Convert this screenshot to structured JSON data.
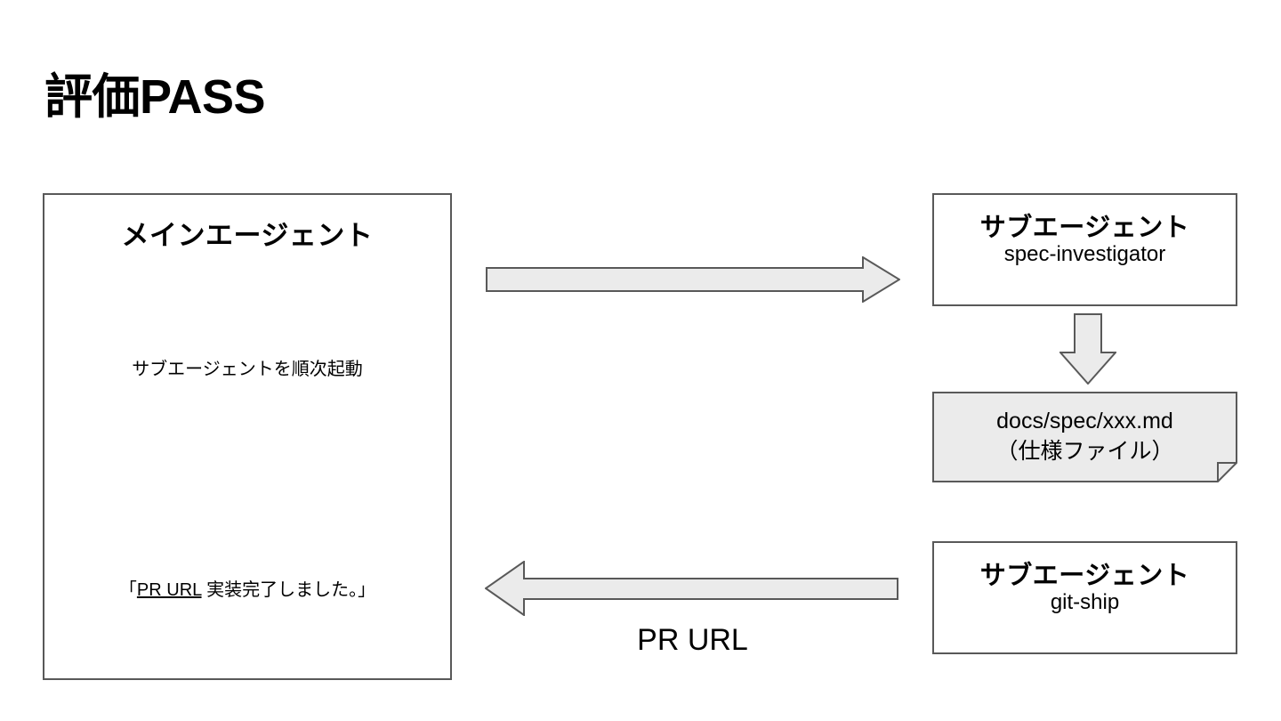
{
  "slide": {
    "title": "評価PASS",
    "background_color": "#ffffff",
    "shape_fill": "#ebebeb",
    "shape_stroke": "#595959",
    "box_stroke": "#595959",
    "text_color": "#000000"
  },
  "main_agent": {
    "heading": "メインエージェント",
    "launch_note": "サブエージェントを順次起動",
    "report_note_prefix": "「",
    "report_note_link": "PR URL",
    "report_note_suffix": " 実装完了しました。」"
  },
  "sub_agents": [
    {
      "title": "サブエージェント",
      "name": "spec-investigator"
    },
    {
      "title": "サブエージェント",
      "name": "git-ship"
    }
  ],
  "spec_document": {
    "path": "docs/spec/xxx.md",
    "caption": "（仕様ファイル）"
  },
  "arrows": {
    "main_to_spec": {
      "direction": "right",
      "label": ""
    },
    "spec_to_doc": {
      "direction": "down",
      "label": ""
    },
    "git_to_main": {
      "direction": "left",
      "label": "PR URL"
    }
  }
}
